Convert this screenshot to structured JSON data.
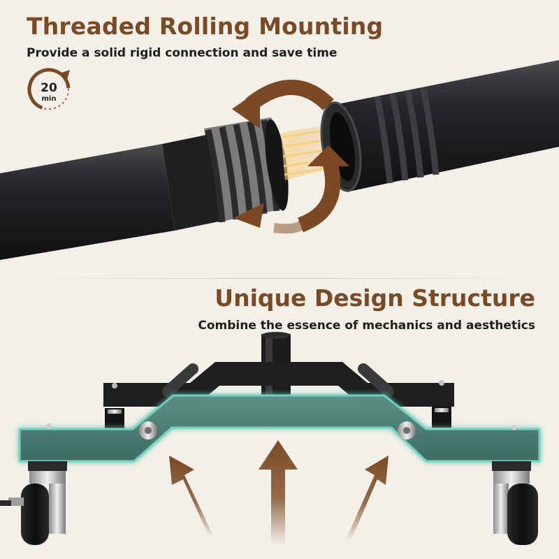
{
  "top_section": {
    "title": "Threaded Rolling Mounting",
    "subtitle": "Provide a solid rigid connection and save time",
    "timer": {
      "value": "20",
      "unit": "min",
      "icon": "timer-arrow-icon"
    }
  },
  "bottom_section": {
    "title": "Unique Design Structure",
    "subtitle": "Combine the essence of mechanics and aesthetics"
  },
  "colors": {
    "background": "#f3efe9",
    "accent_brown": "#7a4a25",
    "arrow_brown": "#7b4a24",
    "pole_black": "#1c1c1e",
    "highlight_teal": "#4a7b73",
    "text_dark": "#1e1e1e"
  }
}
